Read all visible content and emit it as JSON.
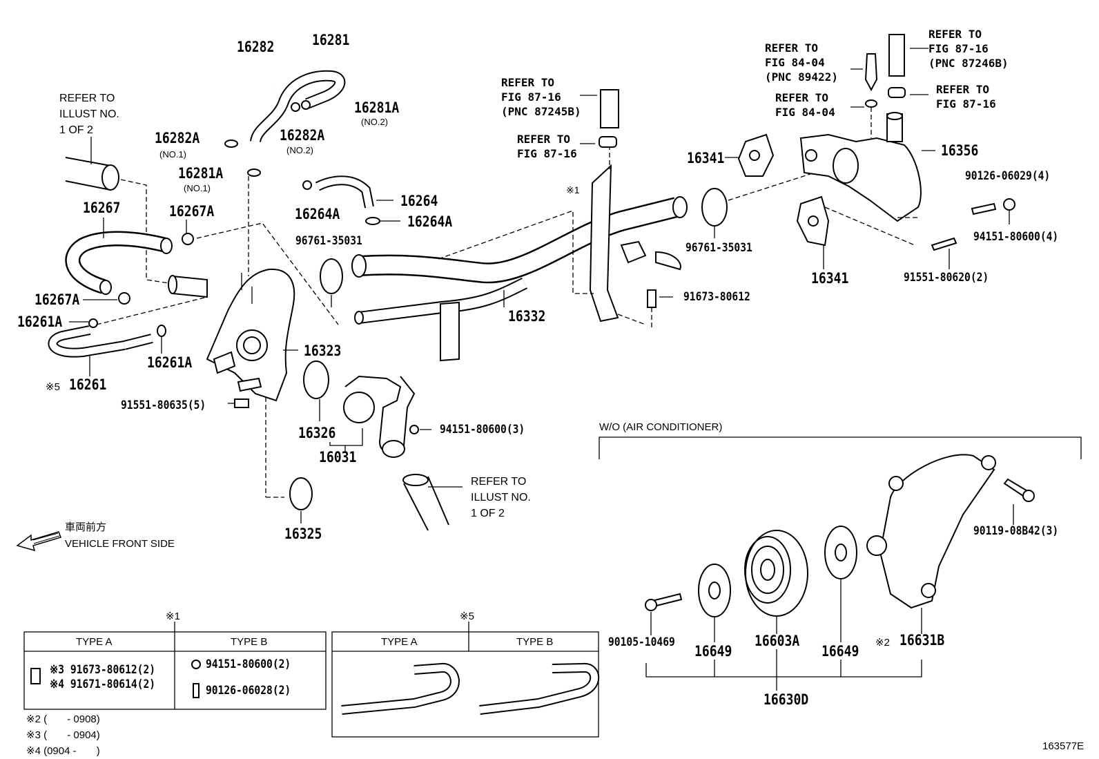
{
  "parts": {
    "p16282": "16282",
    "p16281": "16281",
    "p16281A_no2": "16281A",
    "p16281A_no2_sub": "(NO.2)",
    "p16282A_no1": "16282A",
    "p16282A_no1_sub": "(NO.1)",
    "p16282A_no2": "16282A",
    "p16282A_no2_sub": "(NO.2)",
    "p16281A_no1": "16281A",
    "p16281A_no1_sub": "(NO.1)",
    "p16267": "16267",
    "p16267A_top": "16267A",
    "p16267A_bot": "16267A",
    "p16261A_left": "16261A",
    "p16261A_right": "16261A",
    "p16261": "16261",
    "p16261_mark": "※5",
    "p16264": "16264",
    "p16264A_left": "16264A",
    "p16264A_right": "16264A",
    "p96761_left": "96761-35031",
    "p96761_right": "96761-35031",
    "p16323": "16323",
    "p16326": "16326",
    "p16031": "16031",
    "p16325": "16325",
    "p91551_80635": "91551-80635(5)",
    "p94151_3": "94151-80600(3)",
    "p16332": "16332",
    "p91673_80612": "91673-80612",
    "p16341_top": "16341",
    "p16341_bot": "16341",
    "p16356": "16356",
    "p90126_06029": "90126-06029(4)",
    "p94151_4": "94151-80600(4)",
    "p91551_80620": "91551-80620(2)",
    "p90119": "90119-08B42(3)",
    "p90105": "90105-10469",
    "p16649_left": "16649",
    "p16603A": "16603A",
    "p16649_right": "16649",
    "p16631B": "16631B",
    "p16631B_mark": "※2",
    "p16630D": "16630D",
    "mark1": "※1"
  },
  "refs": {
    "illust_top": "REFER TO\nILLUST NO.\n1 OF 2",
    "fig8716_pnc87245b": "REFER TO\nFIG 87-16\n(PNC 87245B)",
    "fig8716_mid": "REFER TO\nFIG 87-16",
    "fig8404_pnc89422": "REFER TO\nFIG 84-04\n(PNC 89422)",
    "fig8404": "REFER TO\nFIG 84-04",
    "fig8716_pnc87246b": "REFER TO\nFIG 87-16\n(PNC 87246B)",
    "fig8716_right": "REFER TO\nFIG 87-16",
    "illust_bottom": "REFER TO\nILLUST NO.\n1 OF 2"
  },
  "front": {
    "jp": "車両前方",
    "en": "VEHICLE FRONT SIDE"
  },
  "wo_ac": "W/O (AIR CONDITIONER)",
  "table1": {
    "mark": "※1",
    "type_a": "TYPE A",
    "type_b": "TYPE B",
    "a_line1": "※3 91673-80612(2)",
    "a_line2": "※4 91671-80614(2)",
    "b_line1": "94151-80600(2)",
    "b_line2": "90126-06028(2)"
  },
  "table5": {
    "mark": "※5",
    "type_a": "TYPE A",
    "type_b": "TYPE B"
  },
  "notes": {
    "n2": "※2 (       - 0908)",
    "n3": "※3 (       - 0904)",
    "n4": "※4 (0904 -       )"
  },
  "code": "163577E"
}
